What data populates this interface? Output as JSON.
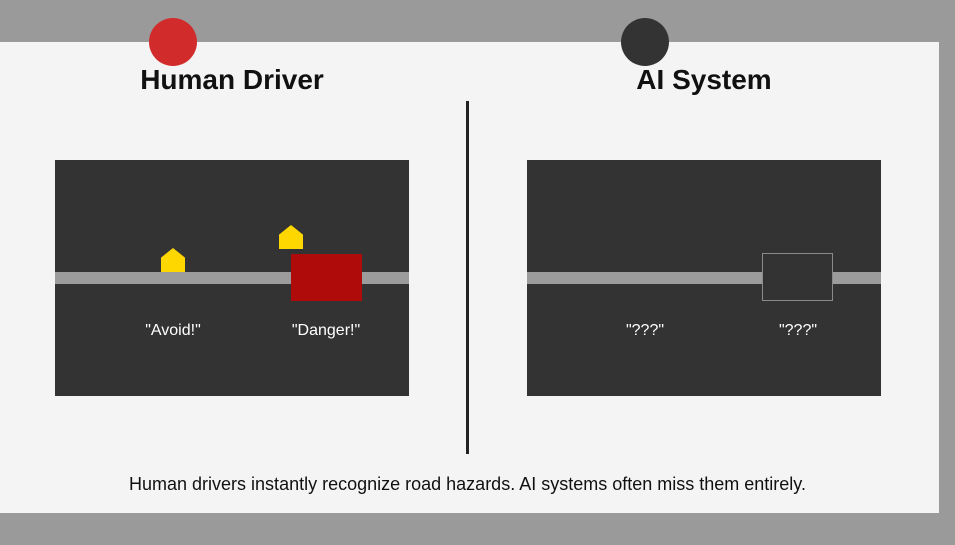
{
  "left_panel": {
    "title": "Human Driver",
    "labels": [
      "\"Avoid!\"",
      "\"Danger!\""
    ],
    "marker_color": "#d12b2b",
    "hazard_color": "#ffd700",
    "danger_box_color": "#b00b0b"
  },
  "right_panel": {
    "title": "AI System",
    "labels": [
      "\"???\"",
      "\"???\""
    ],
    "marker_color": "#333333"
  },
  "caption": "Human drivers instantly recognize road hazards. AI systems often miss them entirely."
}
